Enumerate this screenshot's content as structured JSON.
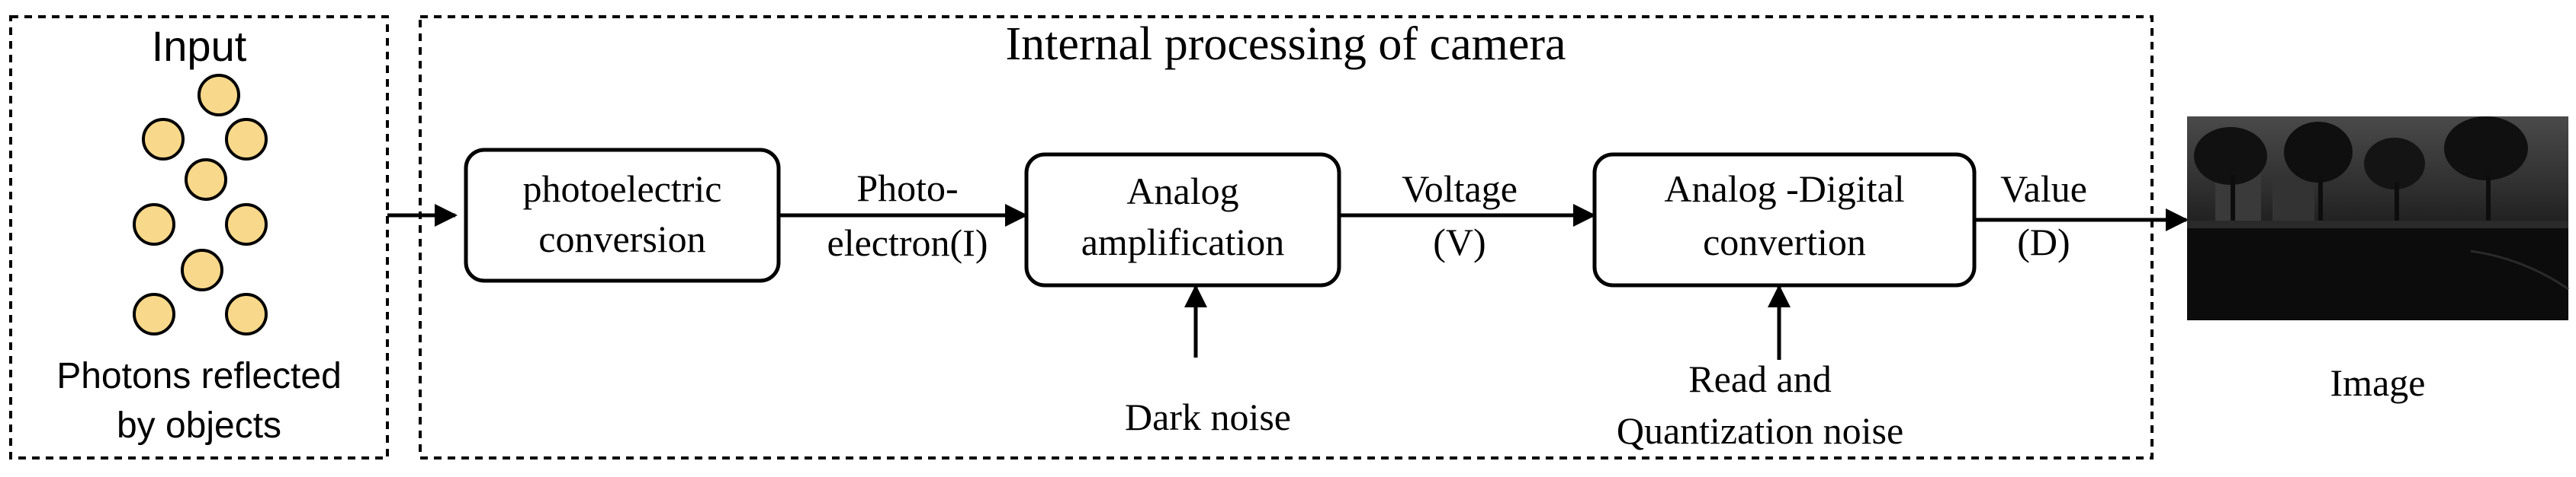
{
  "input": {
    "title": "Input",
    "caption_line1": "Photons reflected",
    "caption_line2": "by objects"
  },
  "camera": {
    "title": "Internal processing of camera"
  },
  "blocks": {
    "photoelectric": {
      "line1": "photoelectric",
      "line2": "conversion"
    },
    "amplification": {
      "line1": "Analog",
      "line2": "amplification"
    },
    "adc": {
      "line1": "Analog -Digital",
      "line2": "convertion"
    }
  },
  "signals": {
    "photoelectron": {
      "line1": "Photo-",
      "line2": "electron(I)"
    },
    "voltage": {
      "line1": "Voltage",
      "line2": "(V)"
    },
    "value": {
      "line1": "Value",
      "line2": "(D)"
    }
  },
  "noise": {
    "dark": "Dark noise",
    "read_line1": "Read and",
    "read_line2": "Quantization noise"
  },
  "output": {
    "caption": "Image"
  },
  "colors": {
    "photon_fill": "#f8d88a",
    "stroke": "#000000"
  }
}
